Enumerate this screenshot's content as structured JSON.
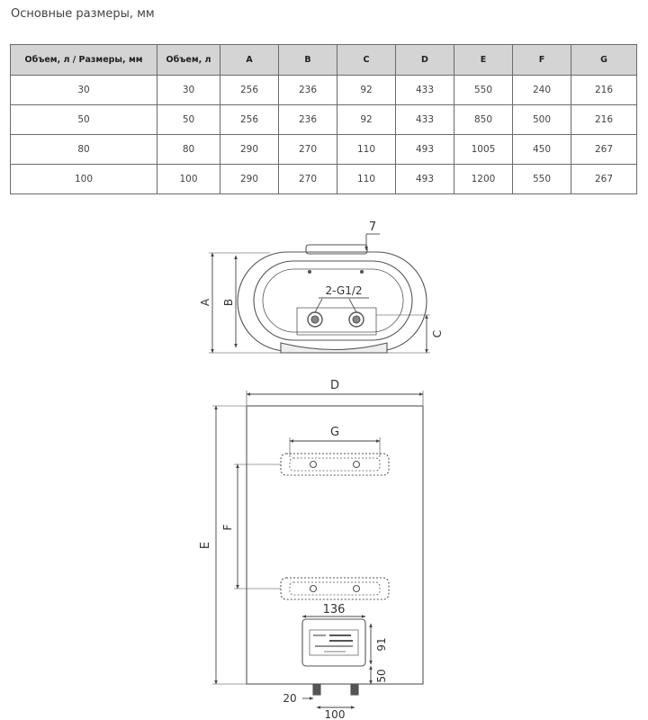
{
  "title": "Основные размеры, мм",
  "table": {
    "headers": [
      "Объем, л / Размеры, мм",
      "Объем, л",
      "A",
      "B",
      "C",
      "D",
      "E",
      "F",
      "G"
    ],
    "rows": [
      [
        "30",
        "30",
        "256",
        "236",
        "92",
        "433",
        "550",
        "240",
        "216"
      ],
      [
        "50",
        "50",
        "256",
        "236",
        "92",
        "433",
        "850",
        "500",
        "216"
      ],
      [
        "80",
        "80",
        "290",
        "270",
        "110",
        "493",
        "1005",
        "450",
        "267"
      ],
      [
        "100",
        "100",
        "290",
        "270",
        "110",
        "493",
        "1200",
        "550",
        "267"
      ]
    ]
  },
  "drawing": {
    "top_view": {
      "label_a": "A",
      "label_b": "B",
      "label_c": "C",
      "label_7": "7",
      "thread": "2-G1/2"
    },
    "front_view": {
      "label_d": "D",
      "label_e": "E",
      "label_f": "F",
      "label_g": "G",
      "dim_136": "136",
      "dim_91": "91",
      "dim_50": "50",
      "dim_20": "20",
      "dim_100": "100"
    }
  }
}
